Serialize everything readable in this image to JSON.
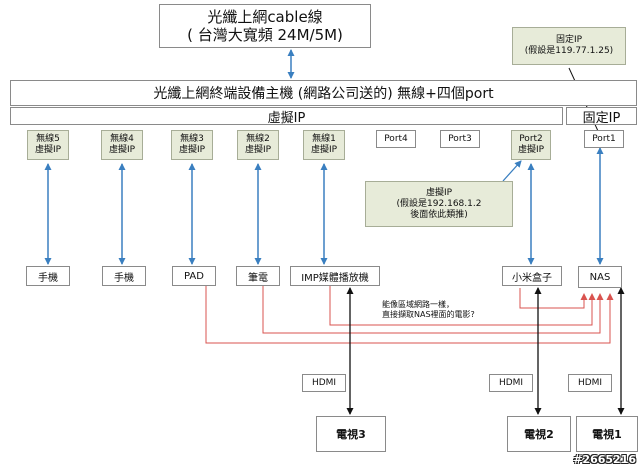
{
  "top": {
    "line1": "光纖上網cable線",
    "line2": "( 台灣大寬頻 24M/5M)"
  },
  "fixed_ip_note": {
    "line1": "固定IP",
    "line2": "(假設是119.77.1.25)"
  },
  "main_device": "光纖上網終端設備主機 (網路公司送的) 無線+四個port",
  "virtual_ip_band": "虛擬IP",
  "fixed_ip_band": "固定IP",
  "ports": [
    {
      "l1": "無線5",
      "l2": "虛擬IP"
    },
    {
      "l1": "無線4",
      "l2": "虛擬IP"
    },
    {
      "l1": "無線3",
      "l2": "虛擬IP"
    },
    {
      "l1": "無線2",
      "l2": "虛擬IP"
    },
    {
      "l1": "無線1",
      "l2": "虛擬IP"
    },
    {
      "l1": "Port4",
      "l2": ""
    },
    {
      "l1": "Port3",
      "l2": ""
    },
    {
      "l1": "Port2",
      "l2": "虛擬IP"
    },
    {
      "l1": "Port1",
      "l2": ""
    }
  ],
  "callout": {
    "l1": "虛擬IP",
    "l2": "(假設是192.168.1.2",
    "l3": "後面依此類推)"
  },
  "devices": [
    "手機",
    "手機",
    "PAD",
    "筆電",
    "IMP媒體播放機",
    "小米盒子",
    "NAS"
  ],
  "question": {
    "l1": "能像區域網路一樣，",
    "l2": "直接擷取NAS裡面的電影?"
  },
  "hdmi": [
    "HDMI",
    "HDMI",
    "HDMI"
  ],
  "tvs": [
    "電視3",
    "電視2",
    "電視1"
  ],
  "watermark": "#2665216",
  "colors": {
    "blue": "#3a7fc0",
    "red": "#d9534f",
    "black": "#111111",
    "green_fill": "#e7ebd9"
  }
}
